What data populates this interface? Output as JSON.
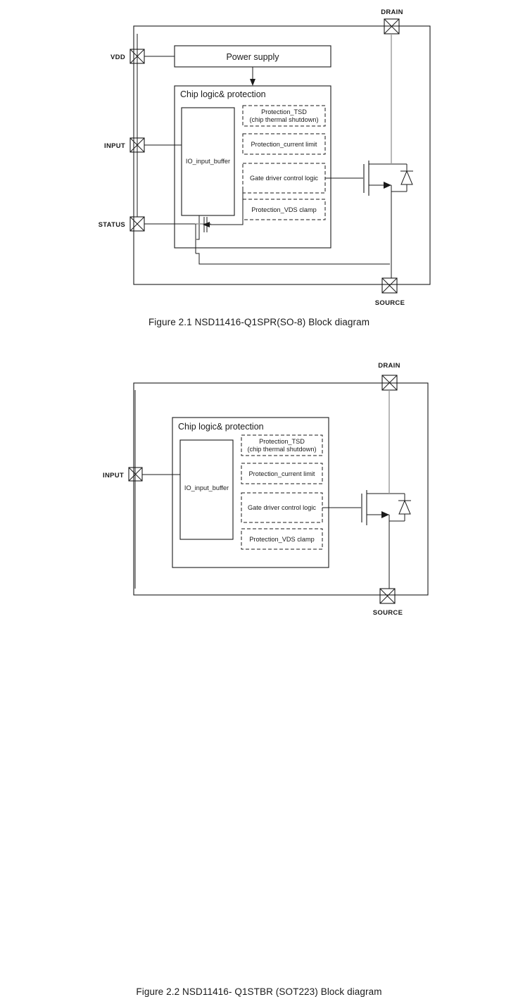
{
  "document": {
    "type": "datasheet-block-diagrams",
    "figure_count": 2
  },
  "figure1": {
    "caption": "Figure 2.1 NSD11416-Q1SPR(SO-8) Block diagram",
    "pins": [
      {
        "name": "VDD",
        "label": "VDD",
        "side": "left"
      },
      {
        "name": "INPUT",
        "label": "INPUT",
        "side": "left"
      },
      {
        "name": "STATUS",
        "label": "STATUS",
        "side": "left"
      },
      {
        "name": "DRAIN",
        "label": "DRAIN",
        "side": "top"
      },
      {
        "name": "SOURCE",
        "label": "SOURCE",
        "side": "bottom"
      }
    ],
    "blocks": {
      "power_supply": "Power supply",
      "chip_logic": "Chip logic& protection",
      "io_buffer": "IO_input_buffer",
      "protection_tsd_line1": "Protection_TSD",
      "protection_tsd_line2": "(chip thermal shutdown)",
      "protection_current_limit": "Protection_current limit",
      "gate_driver": "Gate driver control logic",
      "protection_vds_clamp": "Protection_VDS clamp"
    },
    "symbols": {
      "power_mosfet": "n-channel-mosfet",
      "body_diode": "body-diode",
      "status_mosfet": "status-open-drain-mosfet"
    }
  },
  "figure2": {
    "caption": "Figure 2.2 NSD11416- Q1STBR (SOT223) Block diagram",
    "pins": [
      {
        "name": "INPUT",
        "label": "INPUT",
        "side": "left"
      },
      {
        "name": "DRAIN",
        "label": "DRAIN",
        "side": "top"
      },
      {
        "name": "SOURCE",
        "label": "SOURCE",
        "side": "bottom"
      }
    ],
    "blocks": {
      "chip_logic": "Chip logic& protection",
      "io_buffer": "IO_input_buffer",
      "protection_tsd_line1": "Protection_TSD",
      "protection_tsd_line2": "(chip thermal shutdown)",
      "protection_current_limit": "Protection_current limit",
      "gate_driver": "Gate driver control logic",
      "protection_vds_clamp": "Protection_VDS clamp"
    },
    "symbols": {
      "power_mosfet": "n-channel-mosfet",
      "body_diode": "body-diode"
    }
  },
  "colors": {
    "line": "#1a1a1a",
    "gray_line": "#9a9a9a",
    "text": "#1a1a1a",
    "background": "#ffffff"
  }
}
